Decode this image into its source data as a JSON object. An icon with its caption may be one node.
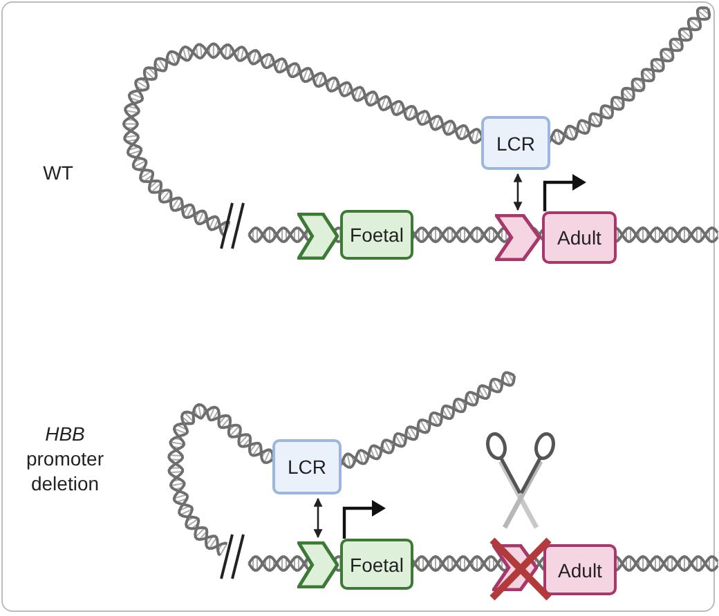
{
  "diagram": {
    "nodes": [
      {
        "text": [
          "LCR"
        ]
      },
      {
        "text": [],
        "shape": "chevron"
      },
      {
        "text": [
          "Foetal"
        ]
      },
      {
        "text": [],
        "shape": "chevron"
      },
      {
        "text": [
          "Adult"
        ]
      },
      {
        "text": [
          "LCR"
        ]
      },
      {
        "text": [],
        "shape": "chevron"
      },
      {
        "text": [
          "Foetal"
        ]
      },
      {
        "text": [],
        "shape": "chevron"
      },
      {
        "text": [
          "Adult"
        ]
      }
    ],
    "edges": [
      {
        "from": 0,
        "to": 3,
        "arrow": "both"
      },
      {
        "from": 5,
        "to": 6,
        "arrow": "both"
      }
    ],
    "labels": [
      "WT",
      "*HBB* promoter deletion"
    ]
  }
}
